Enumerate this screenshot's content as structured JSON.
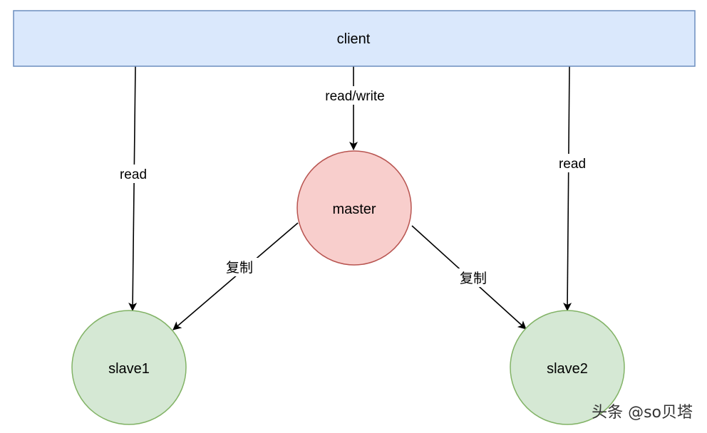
{
  "nodes": {
    "client": {
      "label": "client",
      "fill": "#dae8fc",
      "stroke": "#6c8ebf"
    },
    "master": {
      "label": "master",
      "fill": "#f8cecc",
      "stroke": "#b85450"
    },
    "slave1": {
      "label": "slave1",
      "fill": "#d5e8d4",
      "stroke": "#82b366"
    },
    "slave2": {
      "label": "slave2",
      "fill": "#d5e8d4",
      "stroke": "#82b366"
    }
  },
  "edges": {
    "client_to_master": {
      "from": "client",
      "to": "master",
      "label": "read/write"
    },
    "client_to_slave1": {
      "from": "client",
      "to": "slave1",
      "label": "read"
    },
    "client_to_slave2": {
      "from": "client",
      "to": "slave2",
      "label": "read"
    },
    "master_to_slave1": {
      "from": "master",
      "to": "slave1",
      "label": "复制"
    },
    "master_to_slave2": {
      "from": "master",
      "to": "slave2",
      "label": "复制"
    }
  },
  "watermark": "头条 @so贝塔"
}
